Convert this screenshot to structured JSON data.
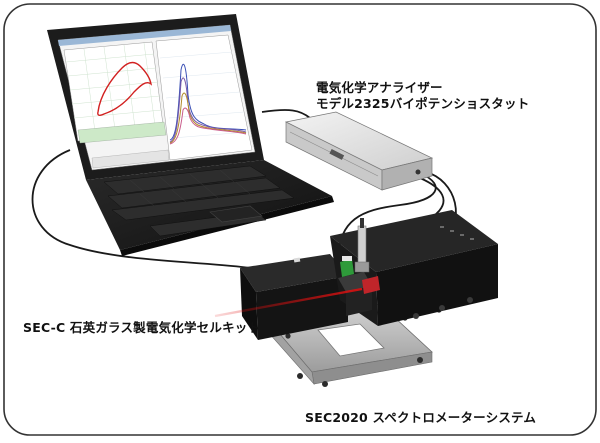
{
  "labels": {
    "analyzer_line1": "電気化学アナライザー",
    "analyzer_line2": "モデル2325バイポテンショスタット",
    "cell_kit": "SEC-C 石英ガラス製電気化学セルキット",
    "system": "SEC2020 スペクトロメーターシステム"
  },
  "colors": {
    "frame": "#333333",
    "laptop_body": "#1c1c1c",
    "screen_bg": "#f4f4f4",
    "cv_curve": "#d22020",
    "analyzer_body": "#dcdcdc",
    "spectrometer_body": "#151515",
    "stage_plate": "#b9b9b9",
    "light_beam": "#e01010",
    "cable": "#1a1a1a"
  },
  "icons": {
    "laptop": "laptop-icon",
    "analyzer": "potentiostat-box-icon",
    "spectrometer": "spectrometer-icon",
    "electrode": "electrode-icon"
  }
}
